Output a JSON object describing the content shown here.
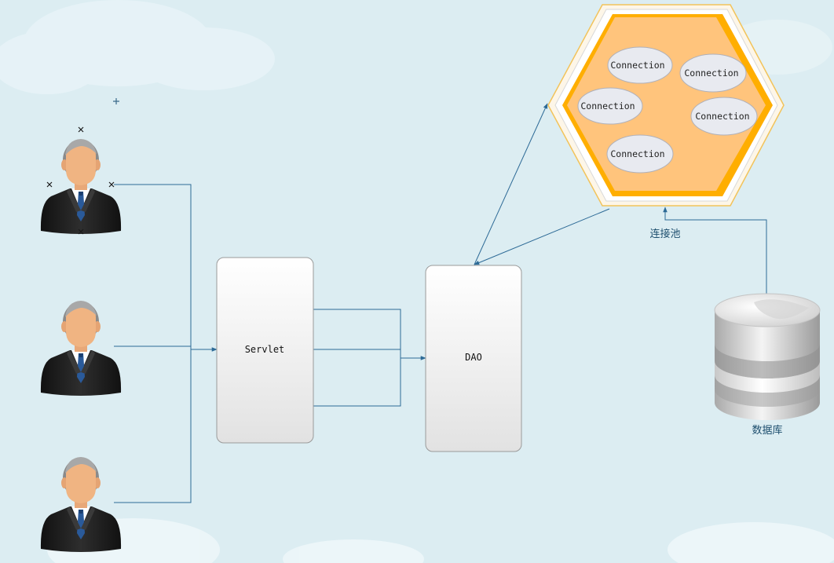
{
  "nodes": {
    "servlet": "Servlet",
    "dao": "DAO",
    "pool_label": "连接池",
    "database_label": "数据库",
    "connections": [
      "Connection",
      "Connection",
      "Connection",
      "Connection",
      "Connection"
    ]
  },
  "users": [
    "user",
    "user",
    "user"
  ],
  "colors": {
    "background": "#dcedf2",
    "line": "#2d6a96",
    "pool_fill": "#ffc47c",
    "pool_rim": "#ffae00",
    "connection_fill": "#e8eaf0"
  }
}
